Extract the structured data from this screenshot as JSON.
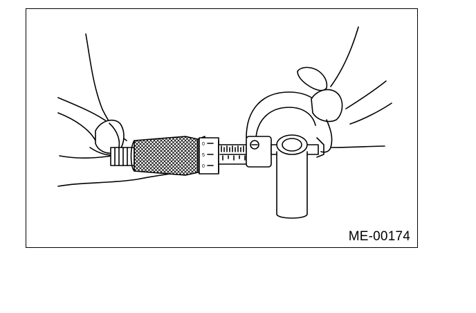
{
  "figure": {
    "reference_code": "ME-00174",
    "thimble_marks": [
      "0",
      "5",
      "0"
    ],
    "line_color": "#000000",
    "background": "#ffffff"
  }
}
